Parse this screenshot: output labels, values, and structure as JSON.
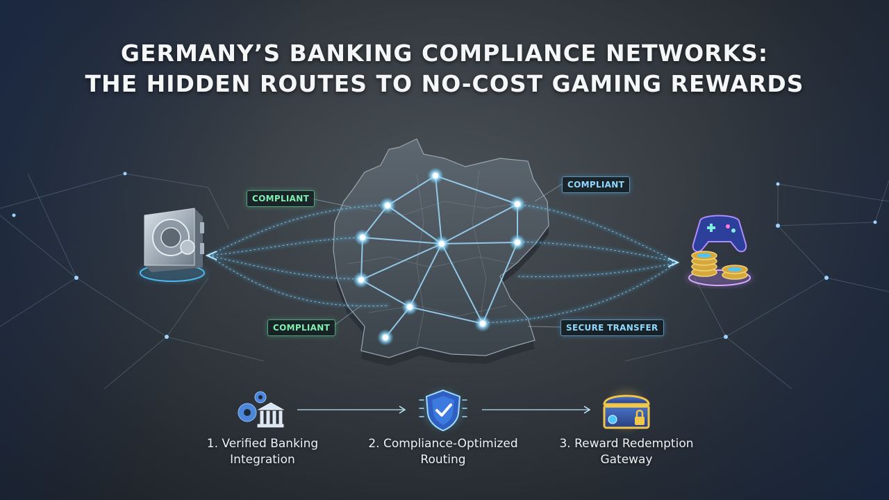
{
  "title": {
    "line1": "GERMANY’S BANKING COMPLIANCE NETWORKS:",
    "line2": "THE HIDDEN ROUTES TO NO-COST GAMING REWARDS"
  },
  "tags": {
    "compliant_top_left": "COMPLIANT",
    "compliant_top_right": "COMPLIANT",
    "compliant_bottom_left": "COMPLIANT",
    "secure_transfer": "SECURE TRANSFER"
  },
  "steps": [
    {
      "line1": "1. Verified Banking",
      "line2": "Integration",
      "icon": "bank-gear-icon"
    },
    {
      "line1": "2. Compliance-Optimized",
      "line2": "Routing",
      "icon": "shield-check-icon"
    },
    {
      "line1": "3. Reward Redemption",
      "line2": "Gateway",
      "icon": "treasure-chest-icon"
    }
  ],
  "colors": {
    "accent_blue": "#4cc4ff",
    "accent_green": "#7ff0b0",
    "node_glow": "#bfeaff"
  },
  "icons": {
    "left": "bank-vault-icon",
    "right": "game-controller-coins-icon"
  }
}
